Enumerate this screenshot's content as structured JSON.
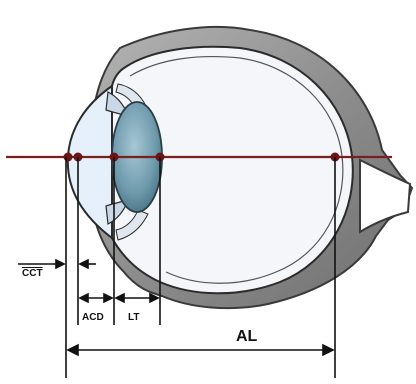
{
  "diagram": {
    "labels": {
      "cct": "CCT",
      "acd": "ACD",
      "lt": "LT",
      "al": "AL"
    },
    "colors": {
      "optical_axis": "#7a1f1f",
      "axis_points": "#6b1515",
      "sclera": "#8f8f8f",
      "sclera_dark": "#5e5e5e",
      "vitreous": "#f4f6fa",
      "anterior_chamber": "#e6f0fb",
      "lens": "#6f9bad",
      "lens_dark": "#3f6a7c",
      "iris": "#c9d7e6",
      "lines": "#111111"
    }
  }
}
